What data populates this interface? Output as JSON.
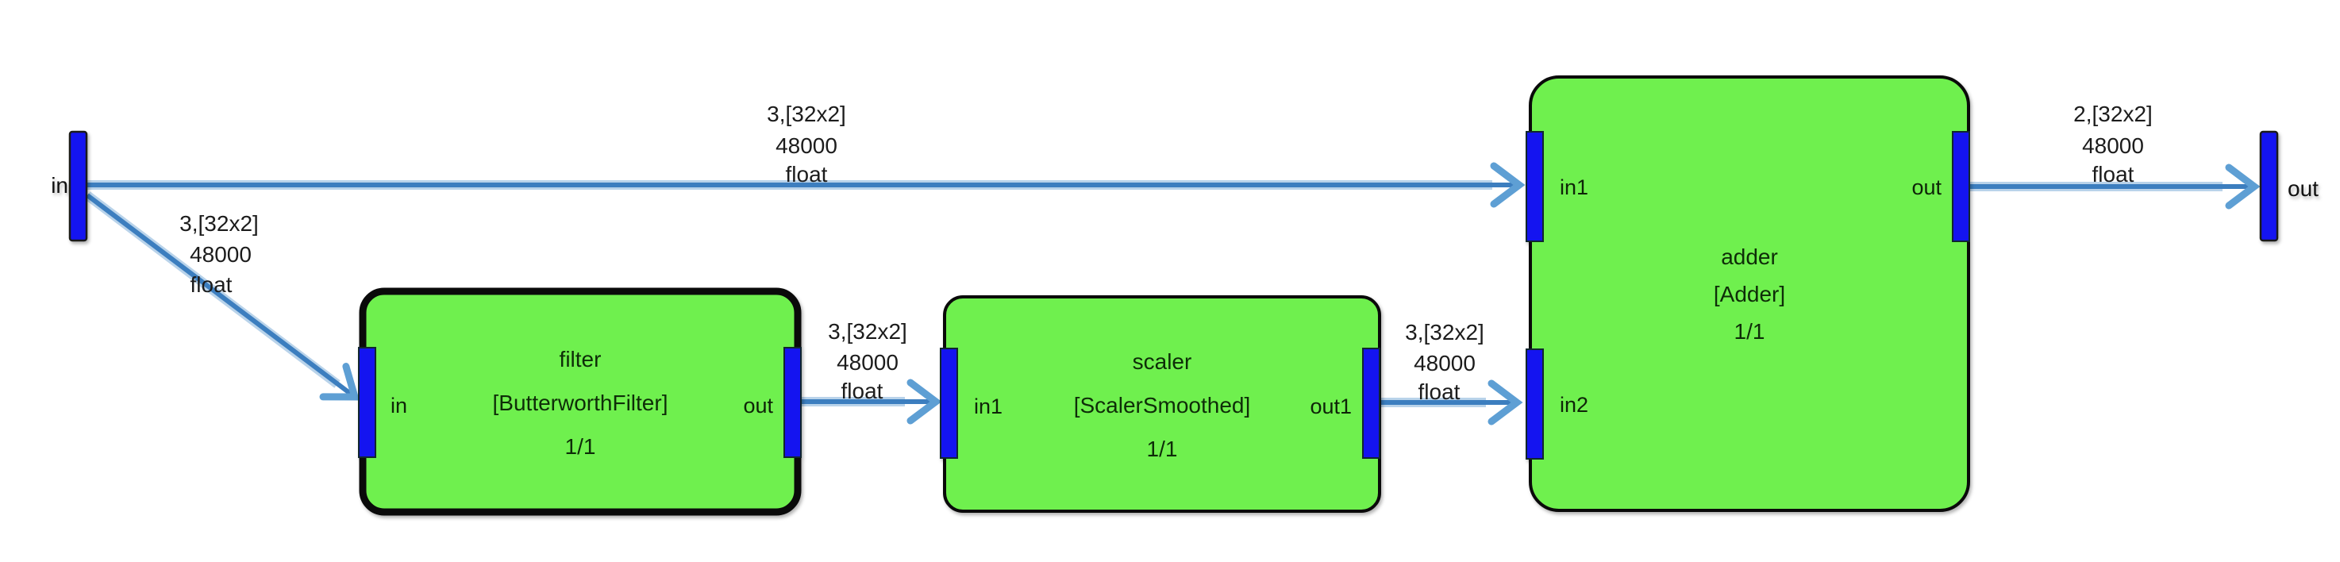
{
  "diagram": {
    "terminals": {
      "input": {
        "label": "in"
      },
      "output": {
        "label": "out"
      }
    },
    "blocks": {
      "filter": {
        "title": "filter",
        "type": "[ButterworthFilter]",
        "rate": "1/1",
        "selected": true,
        "ports": {
          "in": "in",
          "out": "out"
        }
      },
      "scaler": {
        "title": "scaler",
        "type": "[ScalerSmoothed]",
        "rate": "1/1",
        "selected": false,
        "ports": {
          "in1": "in1",
          "out1": "out1"
        }
      },
      "adder": {
        "title": "adder",
        "type": "[Adder]",
        "rate": "1/1",
        "selected": false,
        "ports": {
          "in1": "in1",
          "in2": "in2",
          "out": "out"
        }
      }
    },
    "edges": {
      "source_to_adder": {
        "lines": [
          "3,[32x2]",
          "48000",
          "float"
        ]
      },
      "source_to_filter": {
        "lines": [
          "3,[32x2]",
          "48000",
          "float"
        ]
      },
      "filter_to_scaler": {
        "lines": [
          "3,[32x2]",
          "48000",
          "float"
        ]
      },
      "scaler_to_adder": {
        "lines": [
          "3,[32x2]",
          "48000",
          "float"
        ]
      },
      "adder_to_sink": {
        "lines": [
          "2,[32x2]",
          "48000",
          "float"
        ]
      }
    },
    "colors": {
      "block_fill": "#6ff04e",
      "port_fill": "#1414f0",
      "edge_stroke": "#3c7ebf",
      "arrow_head": "#5e9fd4",
      "label_text": "#1c1c1c"
    }
  }
}
